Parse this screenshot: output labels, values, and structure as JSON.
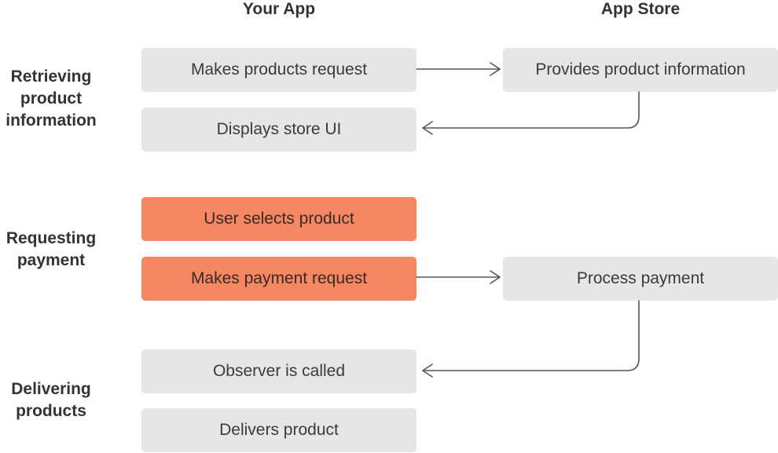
{
  "columns": {
    "your_app": "Your App",
    "app_store": "App Store"
  },
  "sections": {
    "retrieving": [
      "Retrieving",
      "product",
      "information"
    ],
    "requesting": [
      "Requesting",
      "payment"
    ],
    "delivering": [
      "Delivering",
      "products"
    ]
  },
  "boxes": {
    "makes_products_request": "Makes products request",
    "provides_product_information": "Provides product information",
    "displays_store_ui": "Displays store UI",
    "user_selects_product": "User selects product",
    "makes_payment_request": "Makes payment request",
    "process_payment": "Process payment",
    "observer_is_called": "Observer is called",
    "delivers_product": "Delivers product"
  },
  "colors": {
    "box_default": "#e6e6e6",
    "box_highlight": "#f58763",
    "connector": "#555555"
  }
}
